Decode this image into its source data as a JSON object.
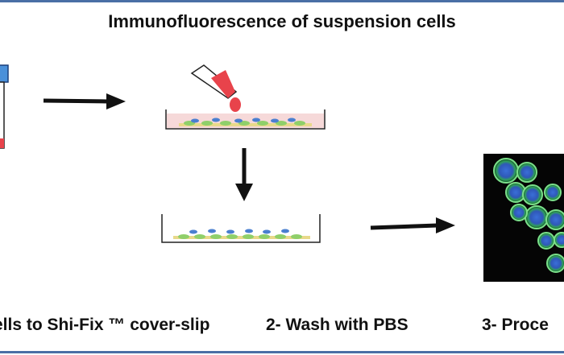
{
  "title": "Immunofluorescence of suspension cells",
  "steps": [
    {
      "label": "ells to Shi-Fix ™ cover-slip"
    },
    {
      "label": "2- Wash with PBS"
    },
    {
      "label": "3- Proce"
    }
  ],
  "colors": {
    "frame": "#4a6fa5",
    "tube_cap": "#4a90d9",
    "sample_red": "#e8434b",
    "medium_pink": "#f6d9d9",
    "cell_green": "#8fcf6a",
    "cell_blue": "#4a7fd0",
    "arrow": "#111111",
    "micrograph_bg": "#050505"
  },
  "icons": [
    "tube-icon",
    "pipette-icon",
    "dish-with-medium-icon",
    "washed-dish-icon",
    "fluorescence-micrograph"
  ]
}
